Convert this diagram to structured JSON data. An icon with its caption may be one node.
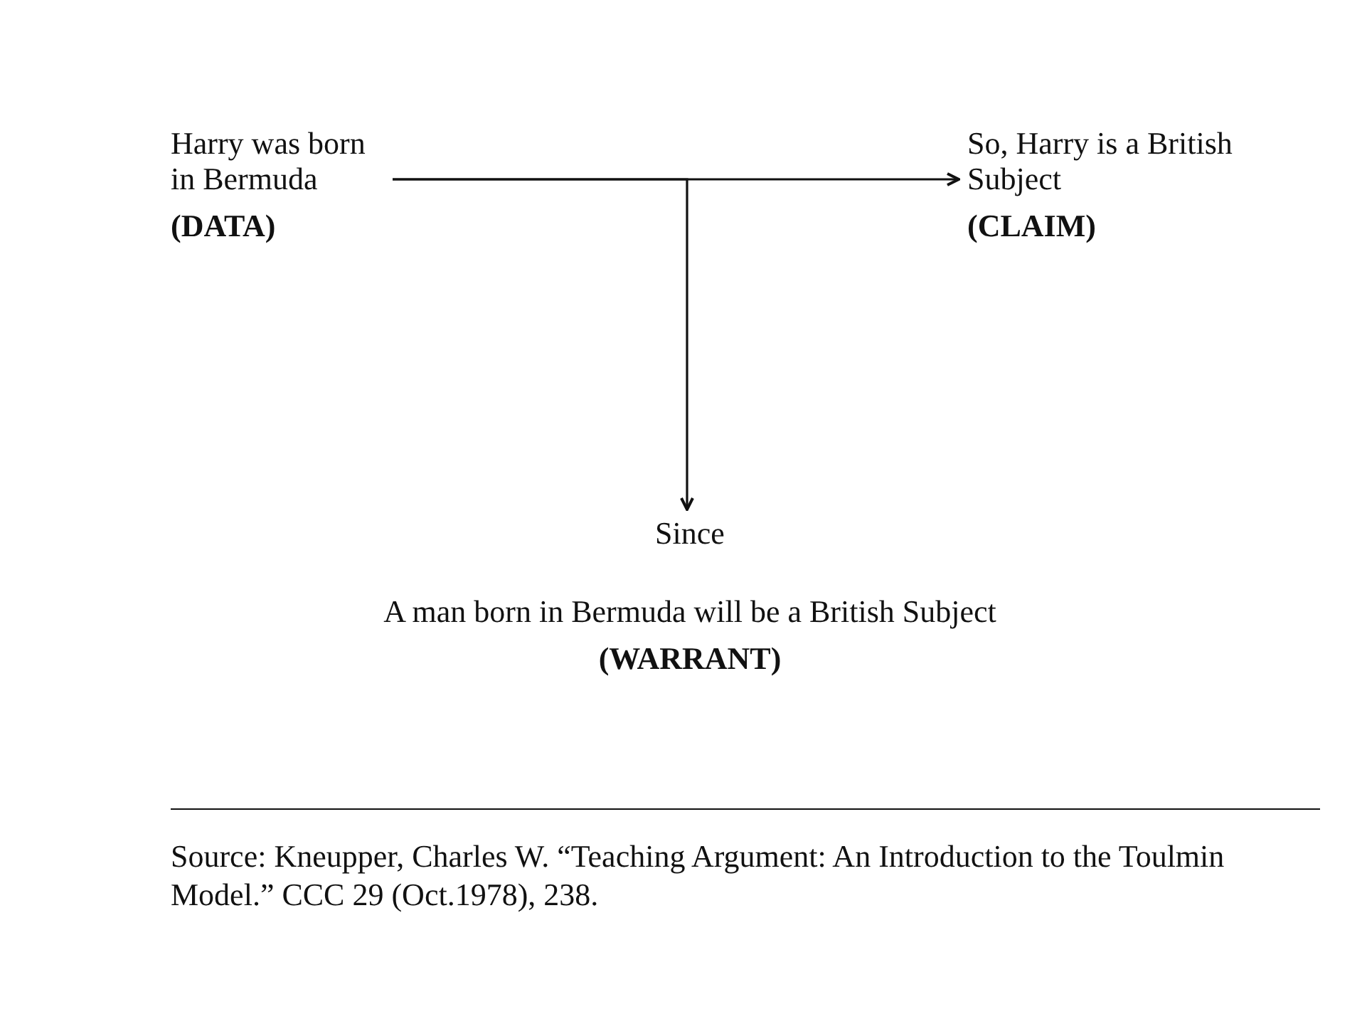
{
  "diagram": {
    "caption": "Source: Kneupper, Charles W. “Teaching Argument: An Introduction to the Toulmin Model.” CCC 29 (Oct.1978), 238.",
    "nodes": [
      {
        "text": [
          "Harry was born in Bermuda",
          "(DATA)"
        ]
      },
      {
        "text": [
          "So, Harry is a British Subject",
          "(CLAIM)"
        ]
      },
      {
        "text": [
          "Since",
          "A man born in Bermuda will be a British Subject",
          "(WARRANT)"
        ]
      }
    ],
    "edges": [
      {
        "from": 0,
        "to": 1,
        "arrow": "to"
      },
      {
        "from": 0,
        "to": 2,
        "arrow": "to"
      }
    ]
  }
}
